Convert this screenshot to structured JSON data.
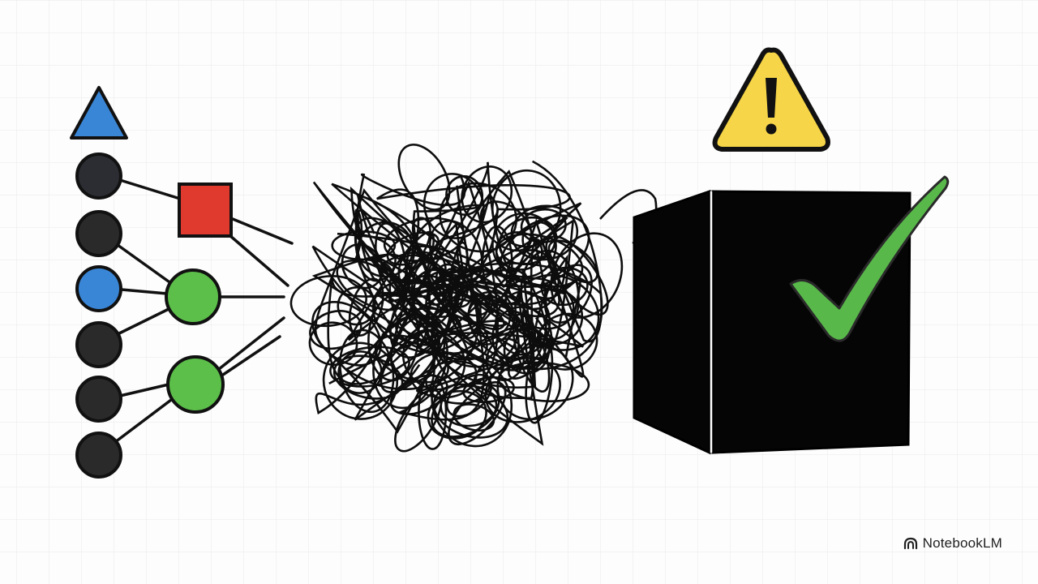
{
  "watermark": {
    "brand": "NotebookLM",
    "icon": "notebooklm-logo-icon"
  },
  "colors": {
    "background": "#ffffff",
    "grid": "#e9e9e9",
    "ink": "#111111",
    "blue": "#3a86d6",
    "red": "#e03a2f",
    "green": "#5cbf4a",
    "warning_yellow": "#f6d548",
    "checkmark_green": "#58b94a"
  },
  "diagram": {
    "input_nodes": [
      {
        "shape": "triangle",
        "color": "blue"
      },
      {
        "shape": "circle",
        "color": "dark"
      },
      {
        "shape": "circle",
        "color": "dark"
      },
      {
        "shape": "circle",
        "color": "blue"
      },
      {
        "shape": "circle",
        "color": "dark"
      },
      {
        "shape": "circle",
        "color": "dark"
      },
      {
        "shape": "circle",
        "color": "dark"
      }
    ],
    "hidden_nodes": [
      {
        "shape": "square",
        "color": "red"
      },
      {
        "shape": "circle",
        "color": "green"
      },
      {
        "shape": "circle",
        "color": "green"
      }
    ],
    "tangle": "scribble-tangle",
    "box": "black-box",
    "icons": [
      "warning-triangle-icon",
      "checkmark-icon"
    ]
  }
}
